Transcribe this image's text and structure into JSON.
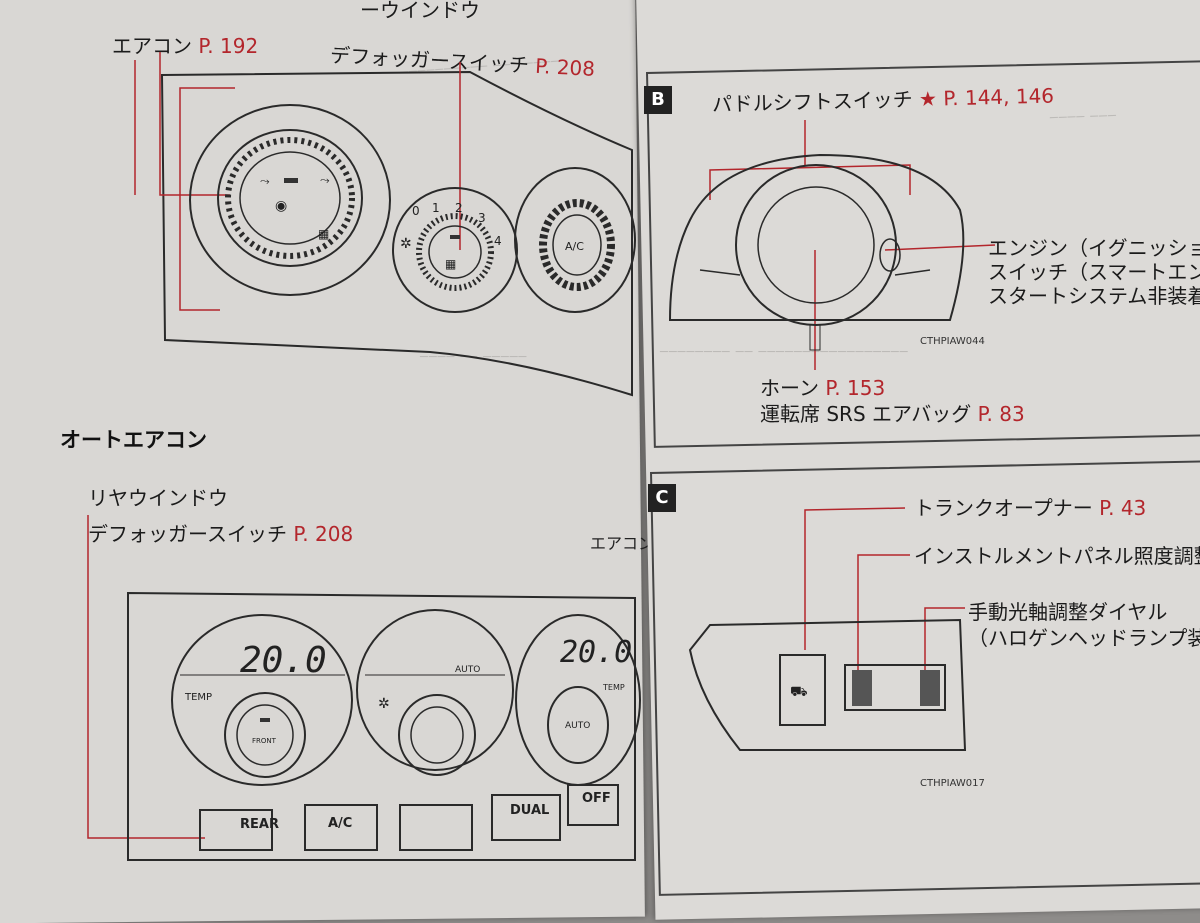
{
  "left": {
    "label_aircon": "エアコン",
    "label_aircon_ref": "P. 192",
    "label_rear_window_line1": "ーウインドウ",
    "label_defogger": "デフォッガースイッチ",
    "label_defogger_ref": "P. 208",
    "manual_ac_knob_text": "A/C",
    "fan_scale": [
      "0",
      "1",
      "2",
      "3",
      "4"
    ],
    "auto_title": "オートエアコン",
    "auto_label_line1": "リヤウインドウ",
    "auto_label_line2": "デフォッガースイッチ",
    "auto_label_ref": "P. 208",
    "side_note": "エアコンP",
    "auto_panel": {
      "left_display": "20.0",
      "right_display": "20.0",
      "temp_left": "TEMP",
      "temp_right": "TEMP",
      "front_label": "FRONT",
      "auto_label": "AUTO",
      "auto_knob_label": "AUTO",
      "buttons": [
        "REAR",
        "A/C",
        "",
        "DUAL",
        "OFF"
      ]
    }
  },
  "right": {
    "section_b": "B",
    "paddle_label": "パドルシフトスイッチ",
    "paddle_star": "★",
    "paddle_ref": "P. 144, 146",
    "engine_line1": "エンジン（イグニッショ",
    "engine_line2": "スイッチ（スマートエン",
    "engine_line3": "スタートシステム非装着",
    "horn_label": "ホーン",
    "horn_ref": "P. 153",
    "airbag_label": "運転席 SRS エアバッグ",
    "airbag_ref": "P. 83",
    "code_b": "CTHPIAW044",
    "section_c": "C",
    "trunk_label": "トランクオープナー",
    "trunk_ref": "P. 43",
    "panel_light_label": "インストルメントパネル照度調整",
    "beam_line1": "手動光軸調整ダイヤル",
    "beam_line2": "（ハロゲンヘッドランプ装",
    "code_c": "CTHPIAW017"
  },
  "colors": {
    "accent_red": "#b3262c",
    "paper": "#d9d7d4",
    "ink": "#222222"
  }
}
